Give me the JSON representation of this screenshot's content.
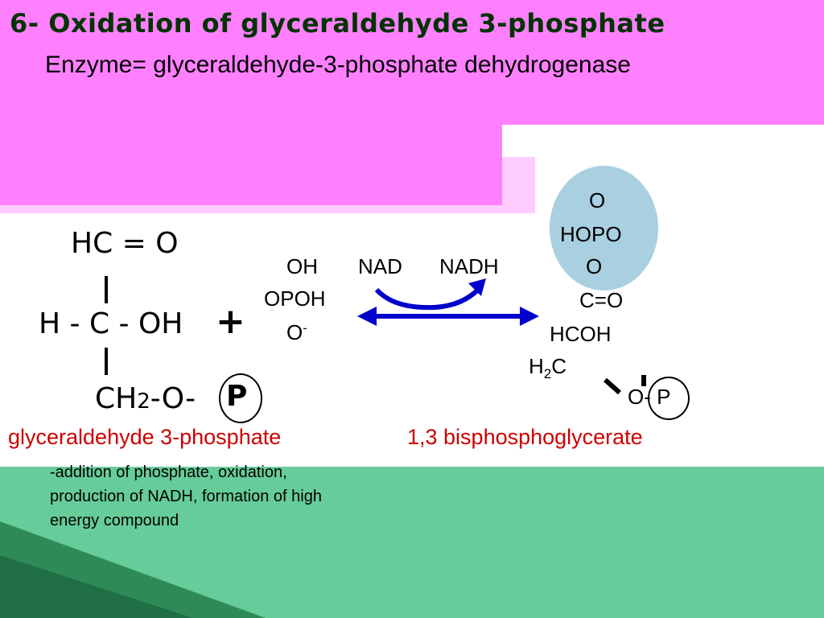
{
  "slide": {
    "title": "6- Oxidation of glyceraldehyde 3-phosphate",
    "enzyme": "Enzyme= glyceraldehyde-3-phosphate dehydrogenase"
  },
  "reactant": {
    "line1": "HC = O",
    "line2": "H - C - OH",
    "line3_prefix": "CH",
    "line3_sub": "2",
    "line3_suffix": "-O-",
    "phosphate": "P",
    "plus": "+",
    "name": "glyceraldehyde 3-phosphate"
  },
  "phosphate_reagent": {
    "oh": "OH",
    "opoh": "OPOH",
    "o": "O",
    "o_charge": "-"
  },
  "cofactors": {
    "nad": "NAD",
    "nadh": "NADH"
  },
  "product": {
    "o_top": "O",
    "hopo": "HOPO",
    "o_mid": "O",
    "c_eq_o": "C=O",
    "hcoh": "HCOH",
    "h2c_h": "H",
    "h2c_sub": "2",
    "h2c_c": "C",
    "o_p_o": "O",
    "o_p_dash": "- ",
    "o_p_p": "P",
    "name": "1,3 bisphosphoglycerate"
  },
  "note": "-addition of phosphate, oxidation, production of NADH, formation of high energy compound",
  "colors": {
    "pink": "#ff80ff",
    "light_pink": "#ffccff",
    "green": "#66cc99",
    "title": "#003300",
    "label_red": "#cc0000",
    "arrow_blue": "#0000cc",
    "oval_blue": "#a8d0e0"
  }
}
